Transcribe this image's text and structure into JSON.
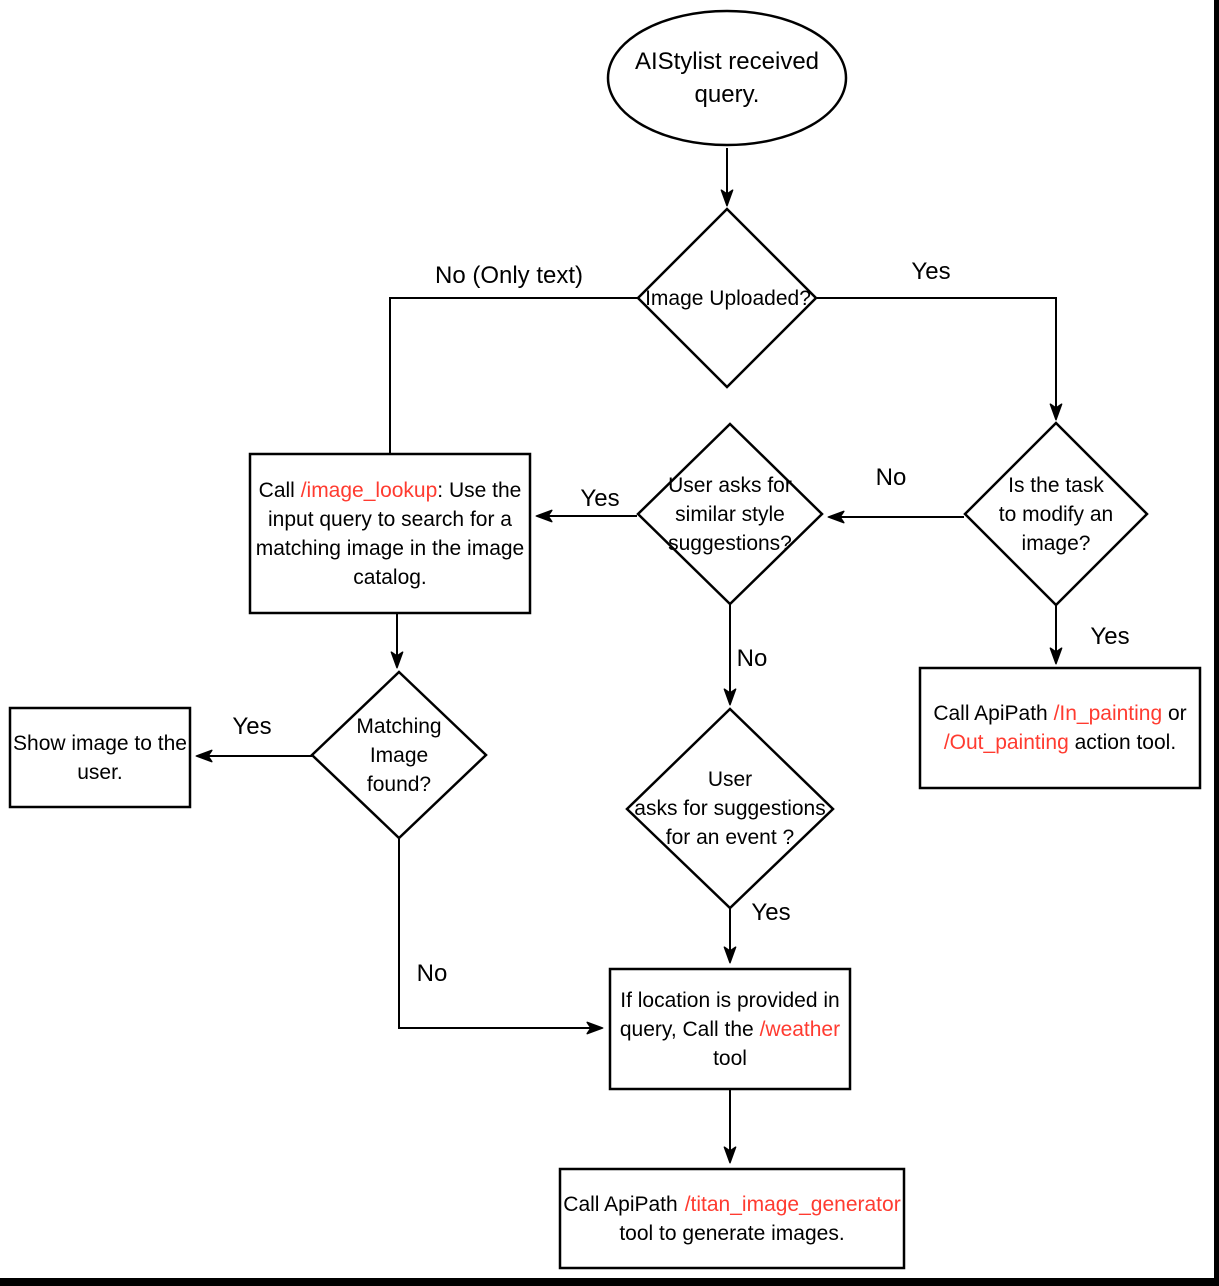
{
  "colors": {
    "accent_red": "#ff3b30",
    "stroke": "#000000",
    "background": "#ffffff"
  },
  "nodes": {
    "start": {
      "l1": "AIStylist received",
      "l2": "query."
    },
    "image_uploaded": {
      "l1": "Image Uploaded?"
    },
    "modify_image": {
      "l1": "Is the task",
      "l2": "to modify an",
      "l3": "image?"
    },
    "similar_style": {
      "l1": "User asks for",
      "l2": "similar style",
      "l3": "suggestions?"
    },
    "matching_image": {
      "l1": "Matching",
      "l2": "Image",
      "l3": "found?"
    },
    "event_suggestions": {
      "l1": "User",
      "l2": "asks for suggestions",
      "l3": "for an event ?"
    },
    "show_image": {
      "l1": "Show image to the",
      "l2": "user."
    },
    "image_lookup": {
      "l1a": "Call ",
      "l1b": "/image_lookup",
      "l1c": ": Use the",
      "l2": "input query to search for a",
      "l3": "matching image in the image",
      "l4": "catalog."
    },
    "painting": {
      "l1a": "Call ApiPath ",
      "l1b": "/In_painting",
      "l1c": " or",
      "l2a": "/Out_painting",
      "l2b": " action tool."
    },
    "weather": {
      "l1": "If location is provided in",
      "l2a": "query, Call the ",
      "l2b": "/weather",
      "l3": "tool"
    },
    "titan": {
      "l1a": "Call ApiPath",
      "l1b": "/titan_image_generator",
      "l2": "tool to generate images."
    }
  },
  "edge_labels": {
    "no_only_text": "No (Only text)",
    "yes_uploaded": "Yes",
    "no_modify": "No",
    "yes_modify": "Yes",
    "yes_similar": "Yes",
    "no_similar": "No",
    "yes_matching": "Yes",
    "no_matching": "No",
    "yes_event": "Yes"
  }
}
